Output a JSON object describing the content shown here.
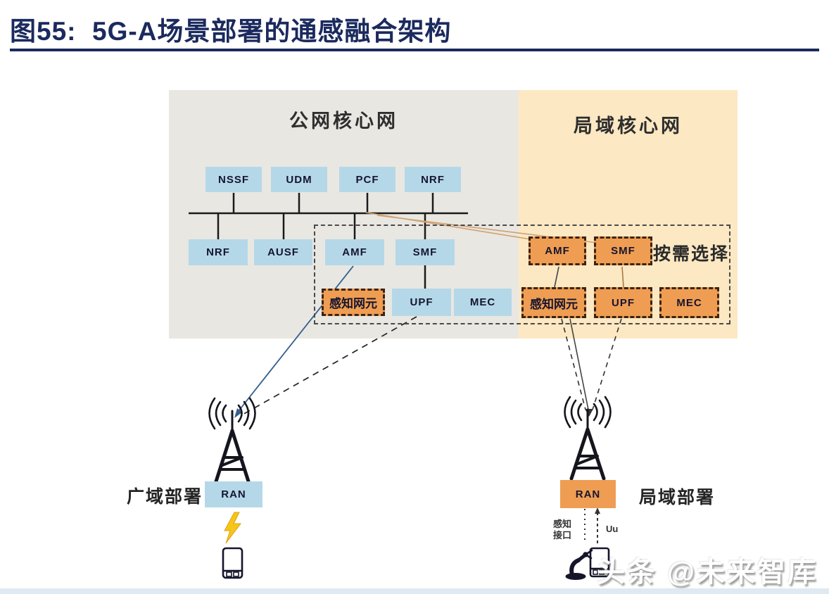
{
  "figure": {
    "title": "图55:  5G-A场景部署的通感融合架构"
  },
  "watermark": "头条 @未来智库",
  "panels": {
    "public": {
      "title": "公网核心网"
    },
    "local": {
      "title": "局域核心网",
      "on_demand": "按需选择"
    }
  },
  "nodes": {
    "top_row": [
      "NSSF",
      "UDM",
      "PCF",
      "NRF"
    ],
    "public_mid": [
      "NRF",
      "AUSF",
      "AMF",
      "SMF"
    ],
    "public_bottom": [
      "感知网元",
      "UPF",
      "MEC"
    ],
    "local_mid": [
      "AMF",
      "SMF"
    ],
    "local_bottom": [
      "感知网元",
      "UPF",
      "MEC"
    ]
  },
  "deployment": {
    "wide": {
      "label": "广域部署",
      "ran": "RAN"
    },
    "local": {
      "label": "局域部署",
      "ran": "RAN",
      "sensing_if_line1": "感知",
      "sensing_if_line2": "接口",
      "uu": "Uu"
    }
  },
  "colors": {
    "title": "#1b2a5e",
    "panel_public": "#e9e7e1",
    "panel_local": "#fce8c3",
    "node_blue": "#b5d8e9",
    "node_orange": "#ef9d52",
    "line": "#1a1a1a",
    "blue_line": "#33608e",
    "tan_line": "#cfa173",
    "lightning": "#f6c51a",
    "bottom_strip": "#dfe9f2"
  }
}
